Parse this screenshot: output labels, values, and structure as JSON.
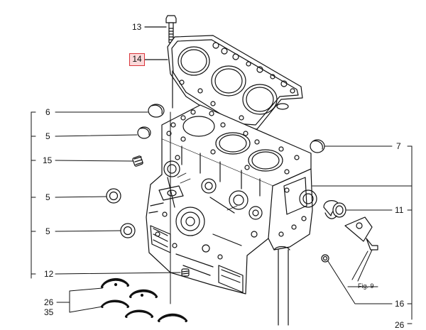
{
  "diagram": {
    "callouts": {
      "c13": "13",
      "c14": "14",
      "c6": "6",
      "c5a": "5",
      "c15": "15",
      "c5b": "5",
      "c5c": "5",
      "c12": "12",
      "c26a": "26",
      "c35": "35",
      "c7": "7",
      "c11": "11",
      "c16": "16",
      "c26b": "26"
    },
    "fig_ref": "Fig. 9",
    "highlight_callout": "14",
    "colors": {
      "line": "#111111",
      "highlight_fill": "#fbd9da",
      "highlight_border": "#d9343a"
    }
  }
}
